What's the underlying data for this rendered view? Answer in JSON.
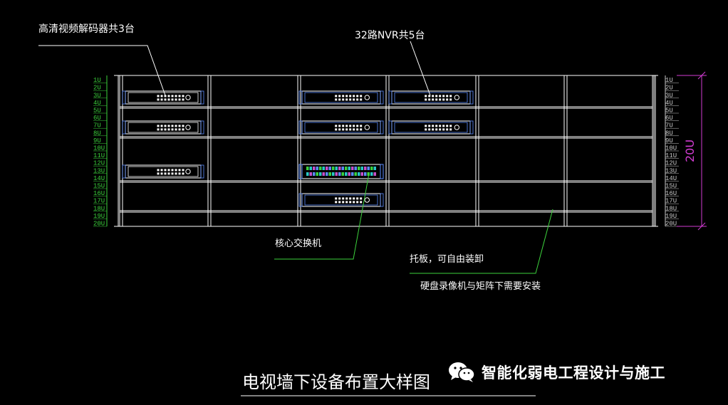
{
  "annotations": {
    "decoder": "高清视频解码器共3台",
    "nvr": "32路NVR共5台",
    "core_switch": "核心交换机",
    "tray": "托板，可自由装卸",
    "dvr_matrix": "硬盘录像机与矩阵下需要安装"
  },
  "drawing_title": "电视墙下设备布置大样图",
  "rack": {
    "units_label": "20U",
    "u_labels": [
      "1U",
      "2U",
      "3U",
      "4U",
      "5U",
      "6U",
      "7U",
      "8U",
      "9U",
      "10U",
      "11U",
      "12U",
      "13U",
      "14U",
      "15U",
      "16U",
      "17U",
      "18U",
      "19U",
      "20U"
    ]
  },
  "watermark": {
    "text": "智能化弱电工程设计与施工",
    "icon": "wechat-icon"
  },
  "colors": {
    "background": "#000000",
    "lines": "#ffffff",
    "u_label_left": "#3cd23c",
    "u_label_right": "#c8c8c8",
    "dimension": "#d23cd2",
    "leader_green": "#3cd23c",
    "equipment_blue": "#5a8cff",
    "switch_green": "#3cd23c",
    "switch_cyan": "#28c8c8",
    "switch_magenta": "#c850c8"
  }
}
